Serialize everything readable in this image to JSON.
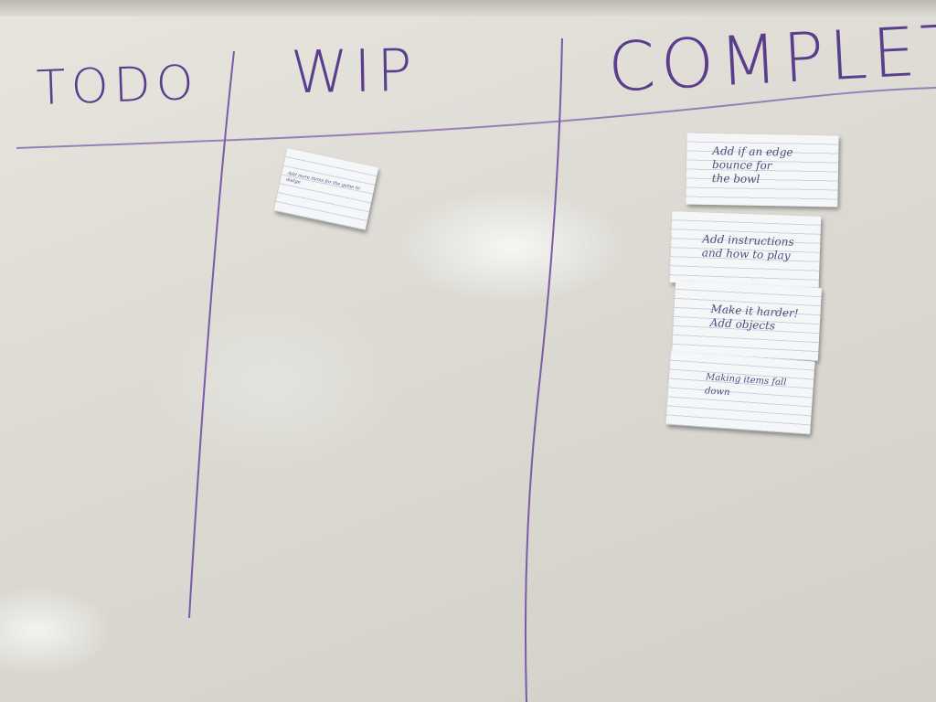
{
  "columns": {
    "todo": "TODO",
    "wip": "WIP",
    "complete": "COMPLETE"
  },
  "cards": {
    "wip": [
      "Add more items for the game to dodge"
    ],
    "complete": [
      "Add if an edge\nbounce for\nthe bowl",
      "Add instructions\nand how to play",
      "Make it harder!\nAdd objects",
      "Making items fall down"
    ]
  },
  "colors": {
    "marker": "#5a3d8c",
    "board": "#e2e0d9",
    "card": "#f5f6f8",
    "card_rule": "#7a8cbe"
  }
}
